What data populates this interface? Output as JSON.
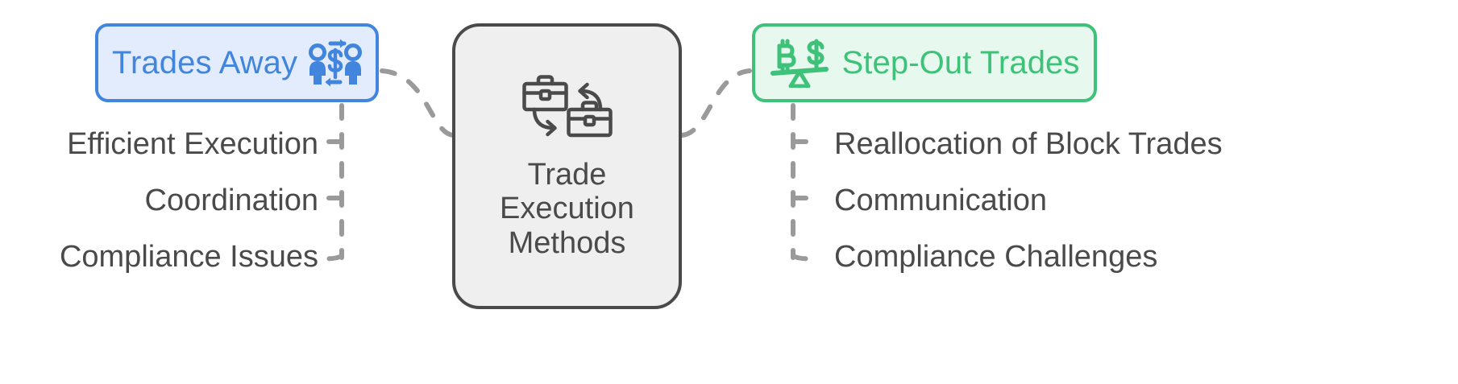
{
  "diagram": {
    "title": "Trade Execution Methods",
    "colors": {
      "blue_border": "#4285dc",
      "blue_fill": "#e3ecfd",
      "green_border": "#3ec178",
      "green_fill": "#e7f8ee",
      "gray_border": "#4a4a4a",
      "gray_fill": "#efefef",
      "edge": "#9a9a9a",
      "text": "#4a4a4a"
    },
    "center_node": {
      "label": "Trade\nExecution\nMethods",
      "icon": "briefcase-exchange-icon"
    },
    "left_node": {
      "label": "Trades Away",
      "icon": "people-money-exchange-icon",
      "children": [
        {
          "label": "Efficient Execution"
        },
        {
          "label": "Coordination"
        },
        {
          "label": "Compliance Issues"
        }
      ]
    },
    "right_node": {
      "label": "Step-Out Trades",
      "icon": "balance-scale-bitcoin-dollar-icon",
      "children": [
        {
          "label": "Reallocation of Block Trades"
        },
        {
          "label": "Communication"
        },
        {
          "label": "Compliance Challenges"
        }
      ]
    }
  }
}
